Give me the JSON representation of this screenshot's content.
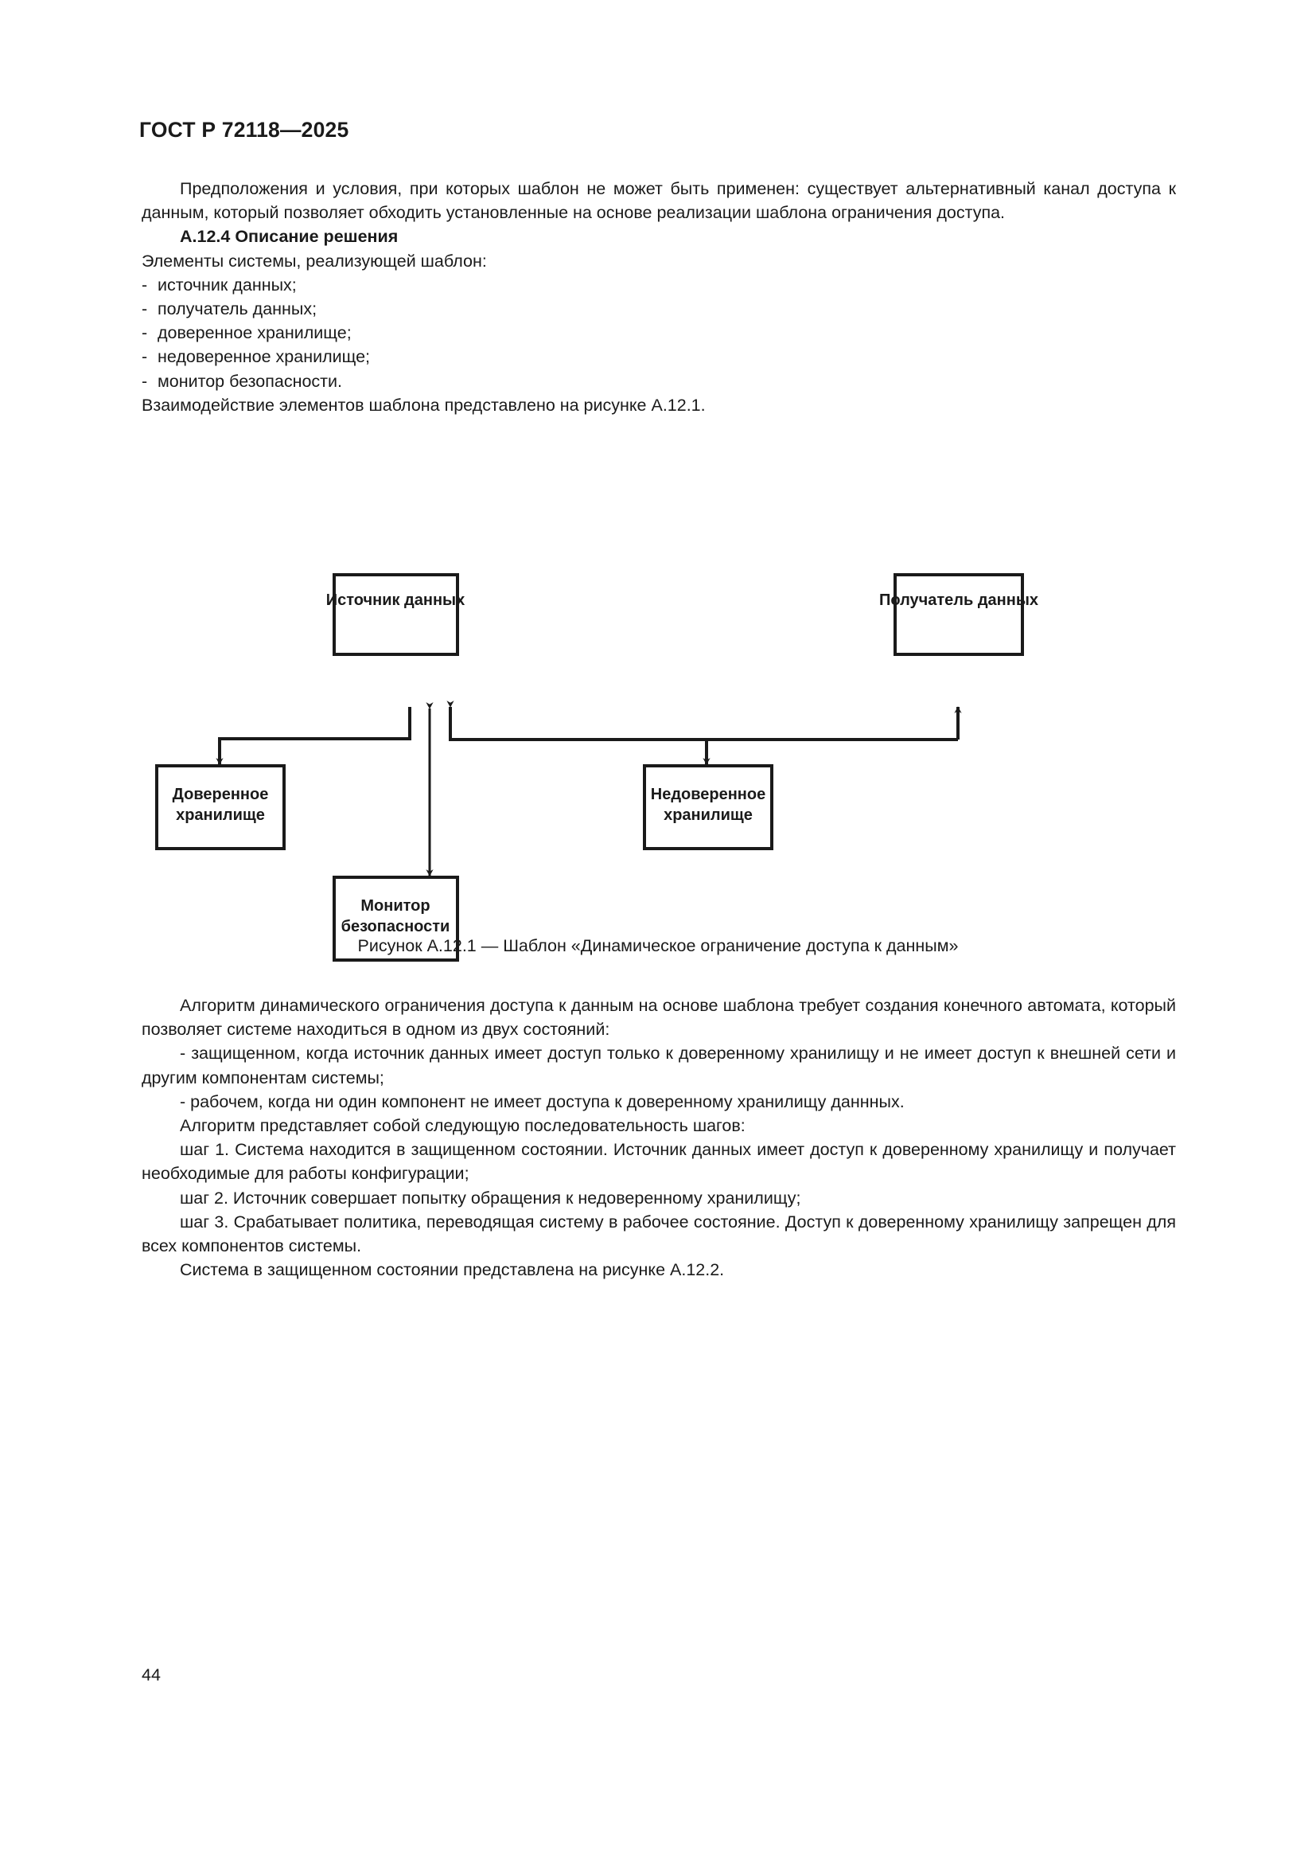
{
  "header": {
    "standard_title": "ГОСТ Р 72118—2025"
  },
  "body": {
    "intro_paragraph": "Предположения и условия, при которых шаблон не может быть применен: существует альтернативный канал доступа к данным, который позволяет обходить установленные на основе реализации шаблона ограничения до­ступа.",
    "section_heading": "А.12.4 Описание решения",
    "elements_lead": "Элементы системы, реализующей шаблон:",
    "elements_list": [
      "источник данных;",
      "получатель данных;",
      "доверенное хранилище;",
      "недоверенное хранилище;",
      "монитор безопасности."
    ],
    "figure_reference": "Взаимодействие элементов шаблона представлено на рисунке А.12.1."
  },
  "figure": {
    "caption": "Рисунок А.12.1 — Шаблон «Динамическое ограничение доступа к данным»",
    "nodes": [
      {
        "id": "source",
        "label_line1": "Источник  данных",
        "label_line2": ""
      },
      {
        "id": "receiver",
        "label_line1": "Получатель  данных",
        "label_line2": ""
      },
      {
        "id": "trusted",
        "label_line1": "Доверенное",
        "label_line2": "хранилище"
      },
      {
        "id": "untrusted",
        "label_line1": "Недоверенное",
        "label_line2": "хранилище"
      },
      {
        "id": "monitor",
        "label_line1": "Монитор",
        "label_line2": "безопасности"
      }
    ],
    "edges": [
      {
        "from": "source",
        "to": "trusted",
        "style": "elbow-arrow"
      },
      {
        "from": "untrusted",
        "to": "source",
        "style": "elbow-arrow"
      },
      {
        "from": "monitor",
        "to": "untrusted",
        "style": "elbow-arrow"
      },
      {
        "from": "monitor",
        "to": "receiver",
        "style": "elbow-arrow"
      },
      {
        "from": "source",
        "to": "monitor",
        "style": "double-arrow"
      }
    ],
    "line_color": "#1a1a1a"
  },
  "body2": {
    "algorithm_paragraph": "Алгоритм динамического ограничения доступа к данным на основе шаблона требует создания конечного автомата, который позволяет системе находиться в одном из двух состояний:",
    "state_protected": "защищенном, когда источник данных имеет доступ только к доверенному хранилищу и не имеет доступ к внешней сети и другим компонентам системы;",
    "state_working": "рабочем, когда ни один компонент не имеет доступа к доверенному хранилищу даннных.",
    "steps_lead": "Алгоритм представляет собой следующую последовательность шагов:",
    "step1": "шаг 1. Система находится в защищенном состоянии. Источник данных имеет доступ к доверенному хранили­щу и получает необходимые для работы конфигурации;",
    "step2": "шаг 2. Источник совершает попытку обращения к недоверенному хранилищу;",
    "step3": "шаг 3. Срабатывает политика, переводящая систему в рабочее состояние. Доступ к доверенному хранилищу запрещен для всех компонентов системы.",
    "closing": "Система в защищенном состоянии представлена на рисунке А.12.2."
  },
  "footer": {
    "page_number": "44"
  }
}
